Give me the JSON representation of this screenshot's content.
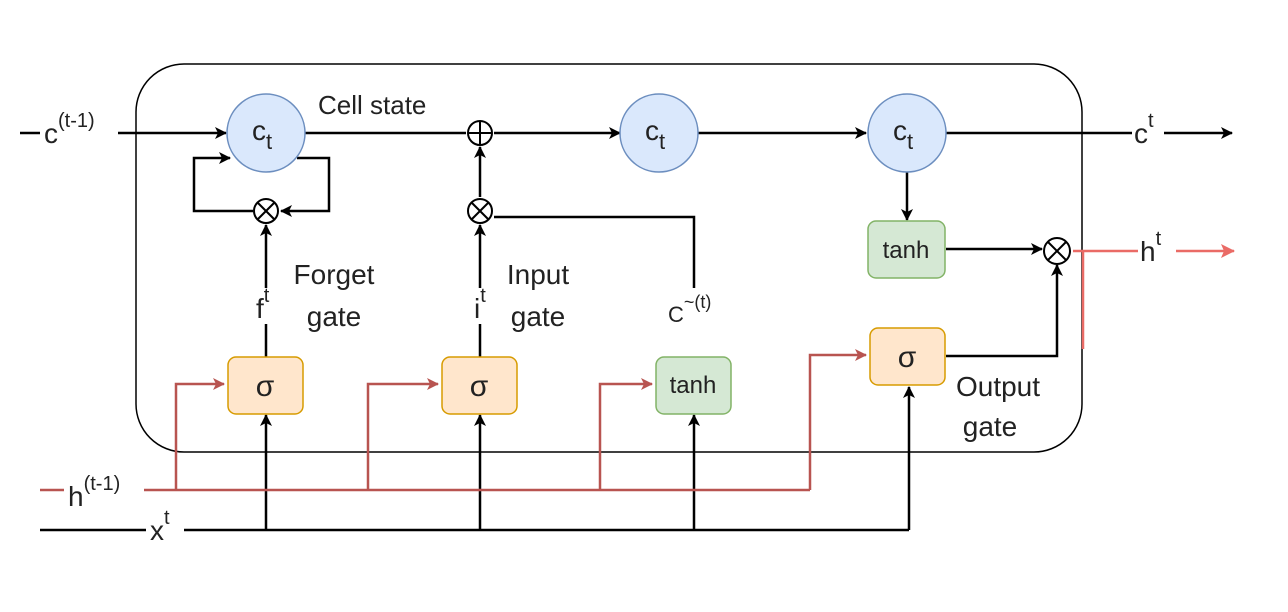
{
  "diagram": {
    "cell_state_label": "Cell state",
    "inputs": {
      "c_prev_base": "c",
      "c_prev_sup": "(t-1)",
      "h_prev_base": "h",
      "h_prev_sup": "(t-1)",
      "x_base": "x",
      "x_sup": "t"
    },
    "outputs": {
      "c_base": "c",
      "c_sup": "t",
      "h_base": "h",
      "h_sup": "t"
    },
    "cell_node": {
      "base": "c",
      "sub": "t"
    },
    "sigmoid_symbol": "σ",
    "tanh_label": "tanh",
    "forget_gate": {
      "signal_base": "f",
      "signal_sup": "t",
      "name_line1": "Forget",
      "name_line2": "gate"
    },
    "input_gate": {
      "signal_base": "i",
      "signal_sup": "t",
      "name_line1": "Input",
      "name_line2": "gate"
    },
    "candidate": {
      "base": "C",
      "sup": "~(t)"
    },
    "output_gate": {
      "name_line1": "Output",
      "name_line2": "gate"
    },
    "operators": {
      "multiply": "⊗",
      "add": "⊕"
    },
    "colors": {
      "cell_node_fill": "#dae8fc",
      "cell_node_stroke": "#6c8ebf",
      "sigma_fill": "#ffe6cc",
      "sigma_stroke": "#d79b00",
      "tanh_fill": "#d5e8d4",
      "tanh_stroke": "#82b366",
      "hidden_line": "#b85450",
      "hidden_arrow": "#ea6b66",
      "line": "#000000"
    }
  }
}
